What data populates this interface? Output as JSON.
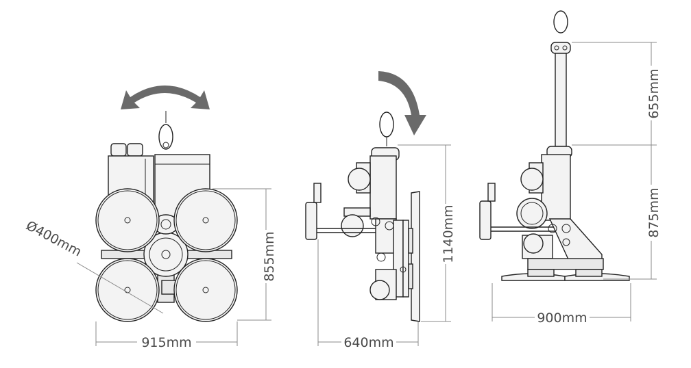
{
  "dimensions": {
    "diameter_cup": "Ø400mm",
    "front_width": "915mm",
    "front_height": "855mm",
    "side_width": "640mm",
    "side_height": "1140mm",
    "right_width": "900mm",
    "right_height_lower": "875mm",
    "right_height_upper": "655mm"
  },
  "colors": {
    "line": "#222222",
    "dimension": "#888888",
    "arrow": "#6a6a6a",
    "text": "#4a4a4a"
  },
  "icons": {
    "rotate_horizontal": "double-curved-arrow-icon",
    "rotate_tilt": "curved-down-arrow-icon"
  }
}
